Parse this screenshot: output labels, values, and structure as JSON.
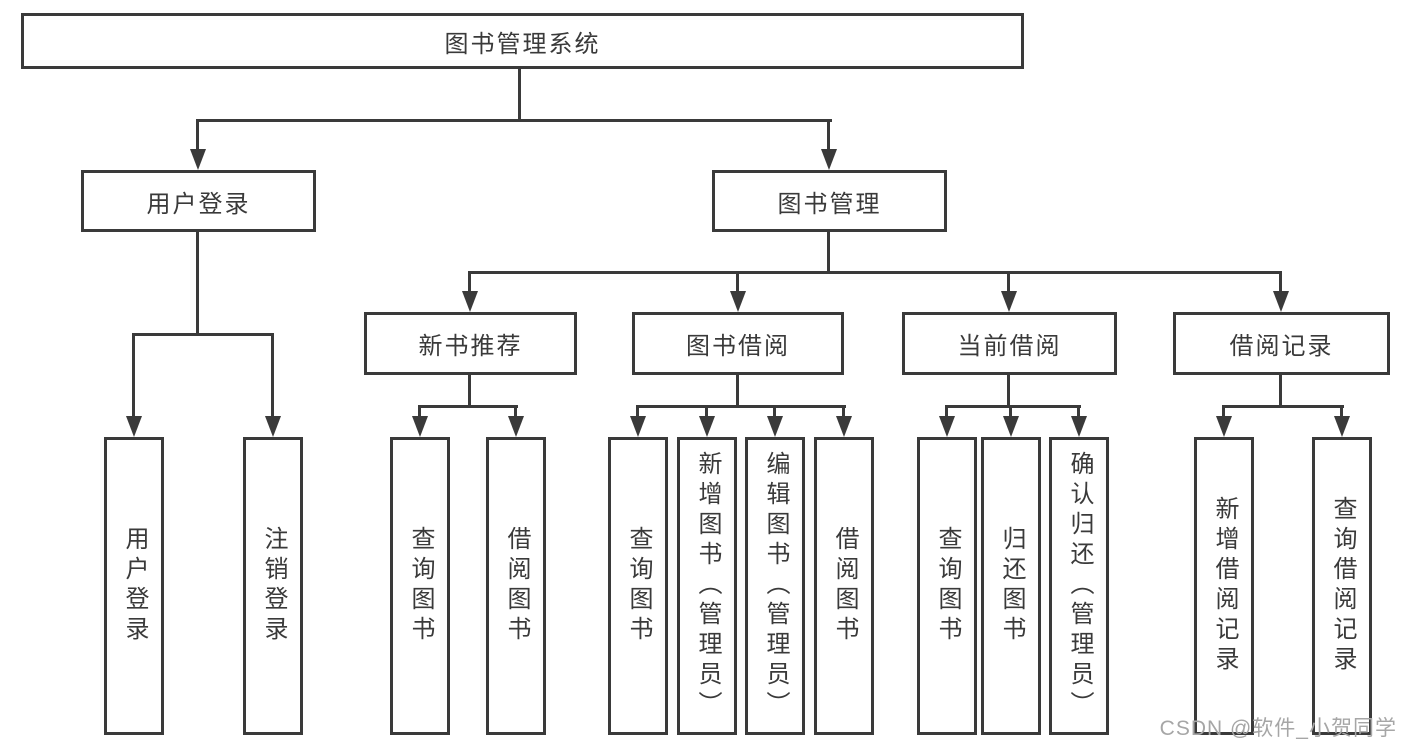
{
  "diagram": {
    "root": {
      "label": "图书管理系统"
    },
    "branches": [
      {
        "label": "用户登录",
        "children": [
          {
            "label": "用户登录"
          },
          {
            "label": "注销登录"
          }
        ]
      },
      {
        "label": "图书管理",
        "children": [
          {
            "label": "新书推荐",
            "children": [
              {
                "label": "查询图书"
              },
              {
                "label": "借阅图书"
              }
            ]
          },
          {
            "label": "图书借阅",
            "children": [
              {
                "label": "查询图书"
              },
              {
                "label": "新增图书（管理员）"
              },
              {
                "label": "编辑图书（管理员）"
              },
              {
                "label": "借阅图书"
              }
            ]
          },
          {
            "label": "当前借阅",
            "children": [
              {
                "label": "查询图书"
              },
              {
                "label": "归还图书"
              },
              {
                "label": "确认归还（管理员）"
              }
            ]
          },
          {
            "label": "借阅记录",
            "children": [
              {
                "label": "新增借阅记录"
              },
              {
                "label": "查询借阅记录"
              }
            ]
          }
        ]
      }
    ]
  },
  "watermark": {
    "label": "CSDN @软件_小贺同学"
  },
  "colors": {
    "line": "#3a3a3a",
    "text": "#3a3a3a",
    "background": "#ffffff",
    "watermark": "#a6a6a6"
  }
}
